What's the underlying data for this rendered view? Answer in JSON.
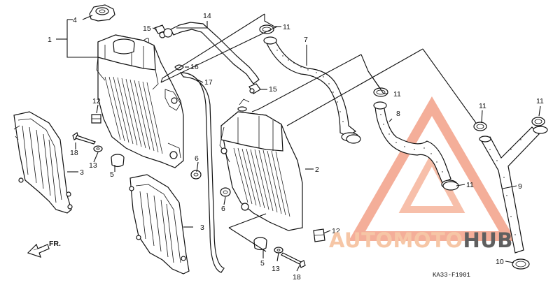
{
  "diagram": {
    "part_callouts": [
      {
        "id": "c4",
        "label": "4"
      },
      {
        "id": "c1",
        "label": "1"
      },
      {
        "id": "c15a",
        "label": "15"
      },
      {
        "id": "c14",
        "label": "14"
      },
      {
        "id": "c11a",
        "label": "11"
      },
      {
        "id": "c7",
        "label": "7"
      },
      {
        "id": "c16",
        "label": "16"
      },
      {
        "id": "c17",
        "label": "17"
      },
      {
        "id": "c15b",
        "label": "15"
      },
      {
        "id": "c11b",
        "label": "11"
      },
      {
        "id": "c8",
        "label": "8"
      },
      {
        "id": "c11c",
        "label": "11"
      },
      {
        "id": "c11d",
        "label": "11"
      },
      {
        "id": "c12a",
        "label": "12"
      },
      {
        "id": "c18a",
        "label": "18"
      },
      {
        "id": "c13a",
        "label": "13"
      },
      {
        "id": "c3a",
        "label": "3"
      },
      {
        "id": "c5a",
        "label": "5"
      },
      {
        "id": "c6a",
        "label": "6"
      },
      {
        "id": "c2",
        "label": "2"
      },
      {
        "id": "c11e",
        "label": "11"
      },
      {
        "id": "c9",
        "label": "9"
      },
      {
        "id": "c6b",
        "label": "6"
      },
      {
        "id": "c3b",
        "label": "3"
      },
      {
        "id": "c12b",
        "label": "12"
      },
      {
        "id": "c5b",
        "label": "5"
      },
      {
        "id": "c13b",
        "label": "13"
      },
      {
        "id": "c18b",
        "label": "18"
      },
      {
        "id": "c10",
        "label": "10"
      }
    ],
    "direction_label": "FR.",
    "diagram_code": "KA33-F1901"
  },
  "watermark": {
    "part1": "AUTOMOTO",
    "part2": "HUB",
    "colors": {
      "accent": "#f08a72",
      "light": "#f8c9ad",
      "dark": "#5a5a5a"
    }
  }
}
